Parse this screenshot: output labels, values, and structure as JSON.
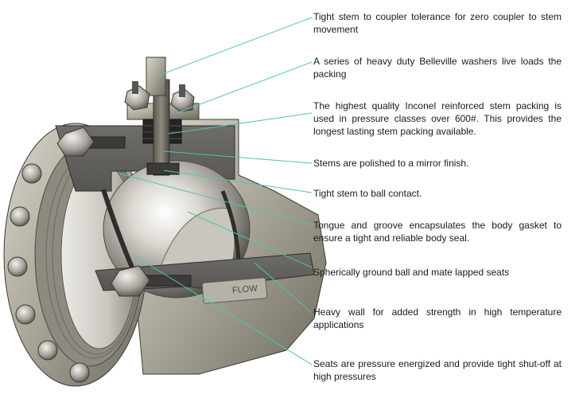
{
  "valve_nameplate": "FLOW",
  "leader_color": "#4fc3b4",
  "callouts": [
    {
      "id": "c1",
      "text": "Tight stem to coupler tolerance for zero coupler to stem movement"
    },
    {
      "id": "c2",
      "text": "A series of heavy duty Belleville washers live loads the packing"
    },
    {
      "id": "c3",
      "text": "The highest quality Inconel reinforced stem packing is used in pressure classes over 600#.  This provides the longest lasting stem packing available."
    },
    {
      "id": "c4",
      "text": "Stems are polished to a mirror finish."
    },
    {
      "id": "c5",
      "text": "Tight stem to ball contact."
    },
    {
      "id": "c6",
      "text": "Tongue and groove encapsulates the body gasket to ensure a tight and reliable body seal."
    },
    {
      "id": "c7",
      "text": "Spherically ground ball and mate lapped seats"
    },
    {
      "id": "c8",
      "text": "Heavy wall for added strength in high temperature applications"
    },
    {
      "id": "c9",
      "text": "Seats are pressure energized and provide tight shut-off at high pressures"
    }
  ]
}
